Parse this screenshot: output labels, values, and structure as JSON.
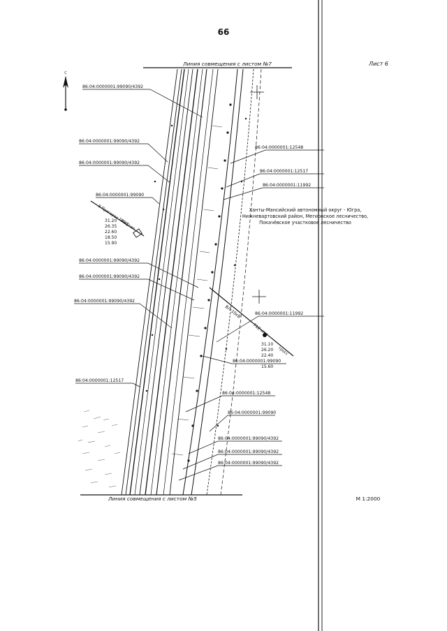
{
  "page_number": "66",
  "sheet_label": "Лист 6",
  "top_match_line": "Линия совмещения с листом №7",
  "bottom_match_line": "Линия совмещения с листом №5",
  "scale": "М 1:2000",
  "north_symbol": "С",
  "region_note": [
    "Ханты-Мансийский автономный округ - Югра,",
    "Нижневартовский район, Мегионское лесничество,",
    "Покачёвское участковое лесничество"
  ],
  "parcel_labels": {
    "a": "86:04:0000001:99090/4392",
    "b": "86:04:0000001:99090/4392",
    "c": "86:04:0000001:99090/4392",
    "d": "86:04:0000001:99090",
    "e": "86:04:0000001:99090/4392",
    "f": "86:04:0000001:99090/4392",
    "g": "86:04:0000001:99090/4392",
    "h": "86:04:0000001:12517",
    "i": "86:04:0000001:12548",
    "j": "86:04:0000001:12517",
    "k": "86:04:0000001:11992",
    "l": "86:04:0000001:11992",
    "m": "86:04:0000001:99090",
    "n": "86:04:0000001:12548",
    "o": "86:04:0000001:99090",
    "p": "86:04:0000001:99090/4392",
    "q": "86:04:0000001:99090/4392",
    "r": "86:04:0000001:99090/4392"
  },
  "left_annotation": {
    "title": "8 Пригорок - Нефтеп",
    "sub": "тросс",
    "values": [
      "31.20",
      "26.35",
      "22.60",
      "18.50",
      "15.90"
    ]
  },
  "right_annotation": {
    "line1": "ВЛ-10кВ",
    "line2": "712 мтп",
    "sub": "тросс",
    "values": [
      "31.10",
      "26.20",
      "22.40",
      "15.60"
    ]
  }
}
